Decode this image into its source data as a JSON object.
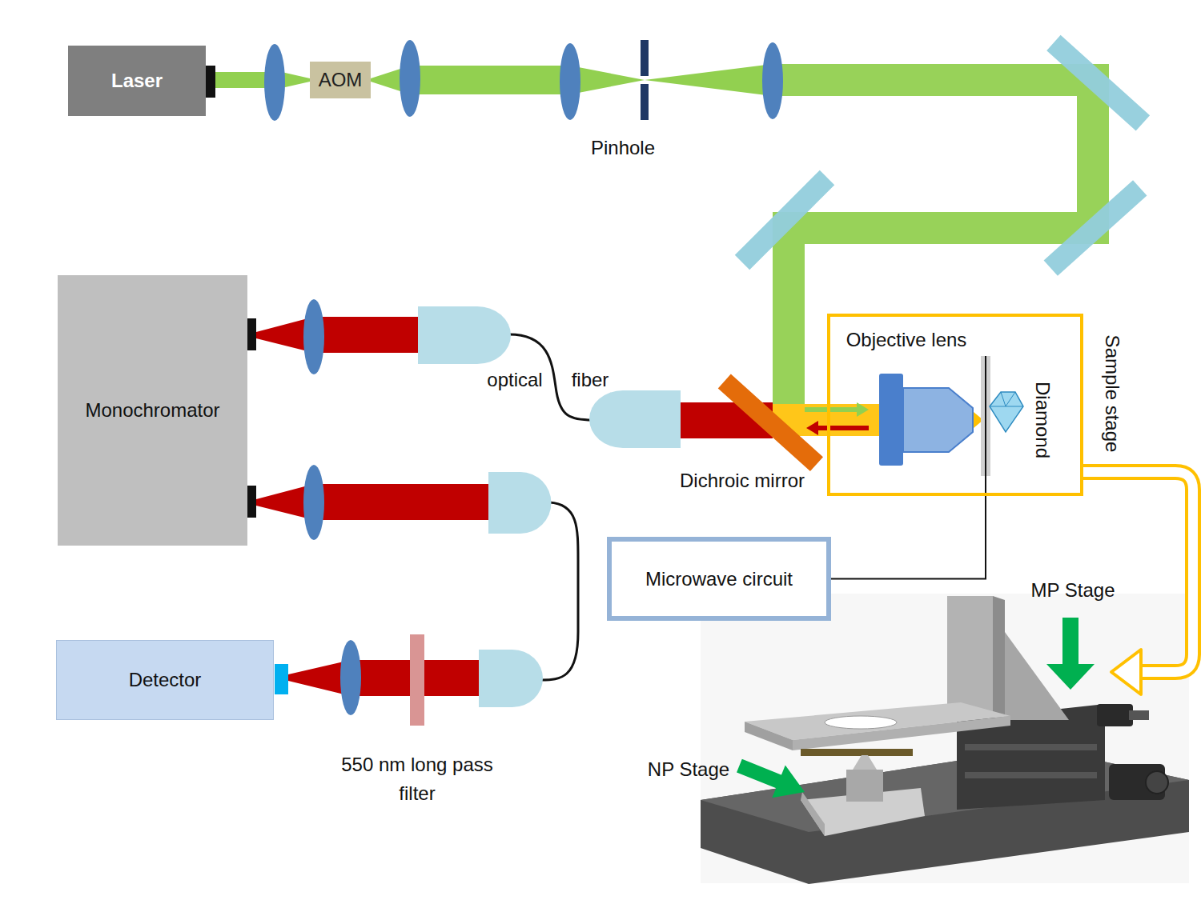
{
  "diagram": {
    "nodes": [
      {
        "text": [
          "Laser"
        ]
      },
      {
        "text": [
          "AOM"
        ]
      },
      {
        "text": [
          "Monochromator"
        ]
      },
      {
        "text": [
          "Detector"
        ]
      },
      {
        "text": [
          "Sample stage"
        ]
      },
      {
        "text": [
          "Microwave circuit"
        ]
      }
    ],
    "edges": [
      {
        "from": 5,
        "to": 4,
        "arrow": "none"
      }
    ],
    "labels": [
      "Pinhole",
      "optical",
      "fiber",
      "Dichroic mirror",
      "550 nm long pass filter",
      "Objective lens",
      "Diamond",
      "MP Stage",
      "NP Stage"
    ]
  }
}
